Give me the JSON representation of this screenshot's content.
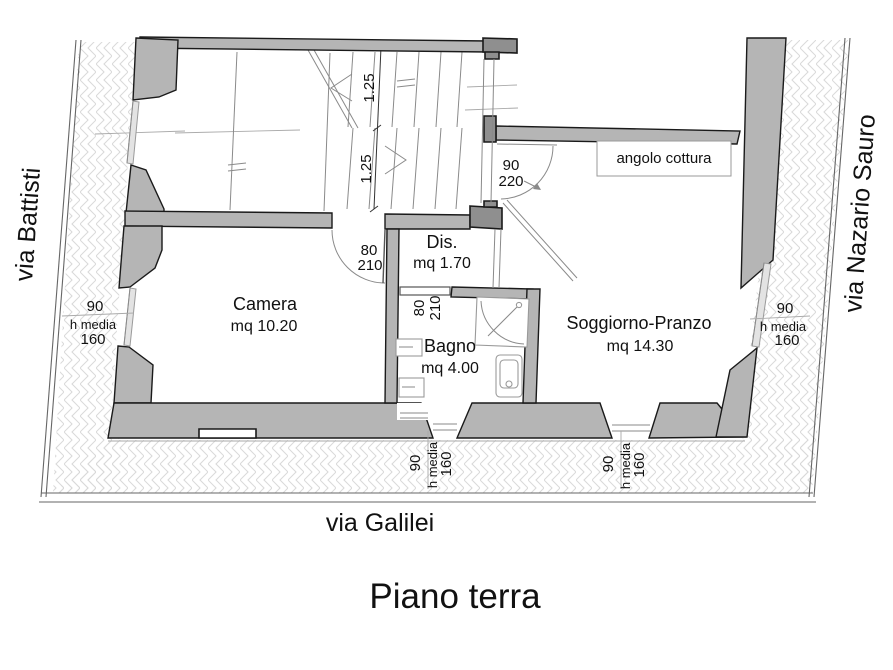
{
  "title": "Piano terra",
  "streets": {
    "left": "via Battisti",
    "right": "via Nazario Sauro",
    "bottom": "via Galilei"
  },
  "rooms": {
    "camera": {
      "name": "Camera",
      "area": "mq 10.20"
    },
    "dis": {
      "name": "Dis.",
      "area": "mq 1.70"
    },
    "bagno": {
      "name": "Bagno",
      "area": "mq 4.00"
    },
    "soggiorno": {
      "name": "Soggiorno-Pranzo",
      "area": "mq 14.30"
    },
    "cottura": {
      "name": "angolo cottura"
    }
  },
  "doors": {
    "entrance": {
      "width": "90",
      "height": "220"
    },
    "camera": {
      "width": "80",
      "height": "210"
    },
    "bagno": {
      "width": "80",
      "height": "210"
    }
  },
  "windows": {
    "left": {
      "width": "90",
      "label": "h media",
      "height": "160"
    },
    "right": {
      "width": "90",
      "label": "h media",
      "height": "160"
    },
    "south1": {
      "width": "90",
      "label": "h media",
      "height": "160"
    },
    "south2": {
      "width": "90",
      "label": "h media",
      "height": "160"
    }
  },
  "stairs": {
    "dim_upper": "1.25",
    "dim_lower": "1.25"
  },
  "colors": {
    "wall": "#b5b5b5",
    "wall_dark": "#8f8f8f",
    "outline": "#1a1a1a",
    "hatch": "#d9d9d9",
    "text": "#111111"
  }
}
